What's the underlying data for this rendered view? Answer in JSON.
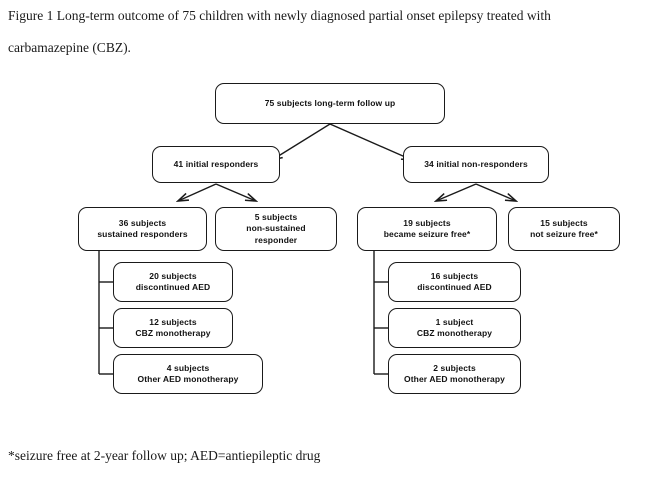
{
  "figure": {
    "caption_line1": "Figure 1 Long-term outcome of 75 children with newly diagnosed partial onset epilepsy treated with",
    "caption_line2": "carbamazepine (CBZ).",
    "footnote": "*seizure free at 2-year follow up; AED=antiepileptic drug"
  },
  "chart_data": {
    "type": "diagram",
    "title": "Long-term outcome of 75 children with newly diagnosed partial onset epilepsy treated with carbamazepine (CBZ)",
    "style": {
      "box_shape": "rounded-rectangle",
      "line_color": "#1a1a1a",
      "fill_color": "#ffffff",
      "background": "#ffffff",
      "connector_type": "arrow-split-and-bracket"
    },
    "nodes": [
      {
        "id": "root",
        "label": "75 subjects long-term follow up",
        "value": 75,
        "level": 0
      },
      {
        "id": "resp",
        "label": "41 initial responders",
        "value": 41,
        "level": 1
      },
      {
        "id": "nonresp",
        "label": "34 initial non-responders",
        "value": 34,
        "level": 1
      },
      {
        "id": "sustained",
        "label": "36 subjects\nsustained responders",
        "value": 36,
        "level": 2
      },
      {
        "id": "nonsustained",
        "label": "5 subjects\nnon-sustained\nresponder",
        "value": 5,
        "level": 2
      },
      {
        "id": "seizurefree",
        "label": "19 subjects\nbecame seizure free*",
        "value": 19,
        "level": 2
      },
      {
        "id": "notfree",
        "label": "15 subjects\nnot seizure free*",
        "value": 15,
        "level": 2
      },
      {
        "id": "l1",
        "label": "20 subjects\ndiscontinued AED",
        "value": 20,
        "level": 3
      },
      {
        "id": "l2",
        "label": "12 subjects\nCBZ monotherapy",
        "value": 12,
        "level": 3
      },
      {
        "id": "l3",
        "label": "4 subjects\nOther AED monotherapy",
        "value": 4,
        "level": 3
      },
      {
        "id": "r1",
        "label": "16 subjects\ndiscontinued AED",
        "value": 16,
        "level": 3
      },
      {
        "id": "r2",
        "label": "1 subject\nCBZ monotherapy",
        "value": 1,
        "level": 3
      },
      {
        "id": "r3",
        "label": "2 subjects\nOther AED monotherapy",
        "value": 2,
        "level": 3
      }
    ],
    "edges": [
      {
        "from": "root",
        "to": "resp",
        "style": "arrow"
      },
      {
        "from": "root",
        "to": "nonresp",
        "style": "arrow"
      },
      {
        "from": "resp",
        "to": "sustained",
        "style": "arrow"
      },
      {
        "from": "resp",
        "to": "nonsustained",
        "style": "arrow"
      },
      {
        "from": "nonresp",
        "to": "seizurefree",
        "style": "arrow"
      },
      {
        "from": "nonresp",
        "to": "notfree",
        "style": "arrow"
      },
      {
        "from": "sustained",
        "to": "l1",
        "style": "bracket"
      },
      {
        "from": "sustained",
        "to": "l2",
        "style": "bracket"
      },
      {
        "from": "sustained",
        "to": "l3",
        "style": "bracket"
      },
      {
        "from": "seizurefree",
        "to": "r1",
        "style": "bracket"
      },
      {
        "from": "seizurefree",
        "to": "r2",
        "style": "bracket"
      },
      {
        "from": "seizurefree",
        "to": "r3",
        "style": "bracket"
      }
    ]
  }
}
